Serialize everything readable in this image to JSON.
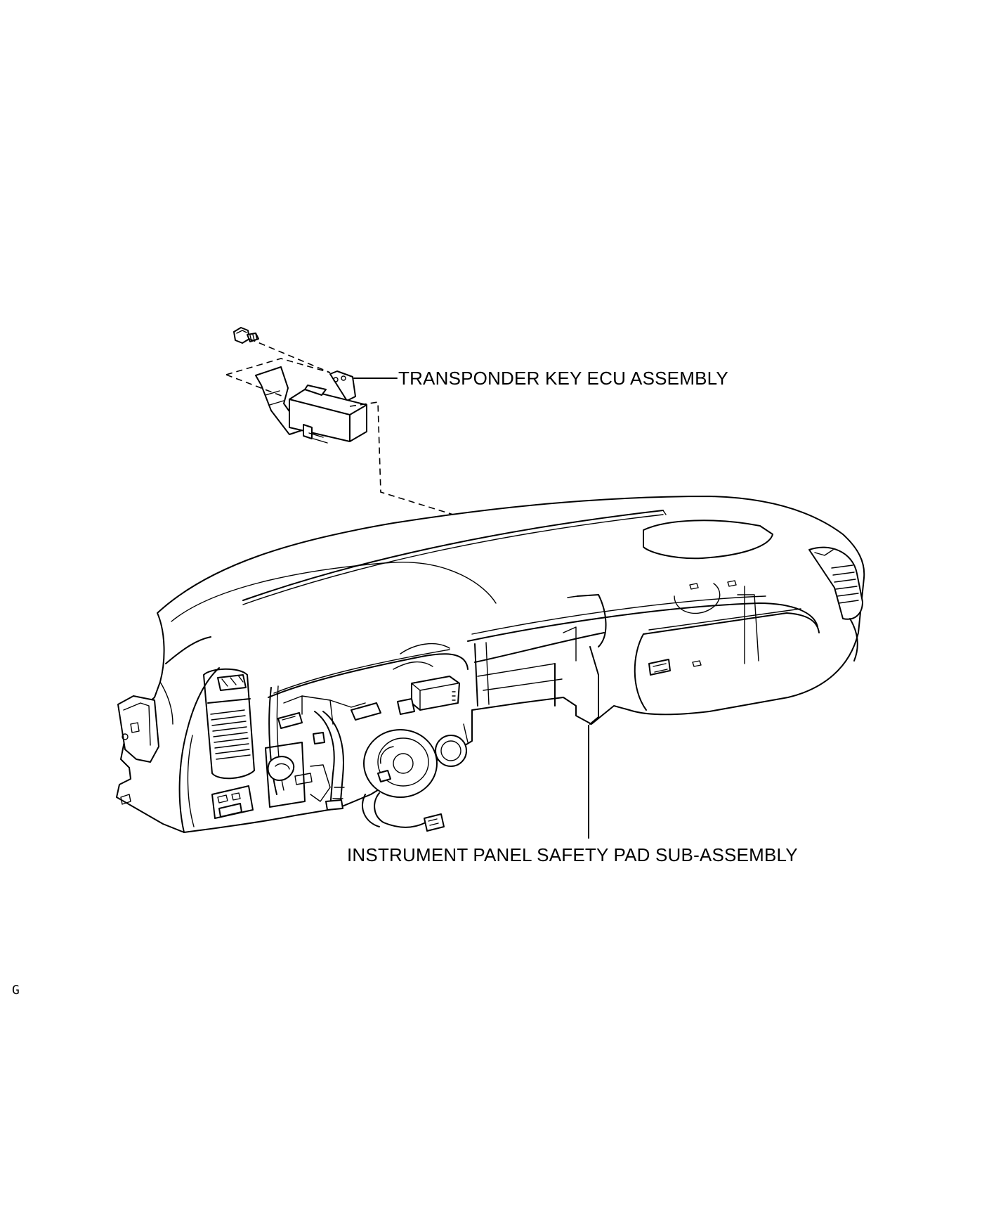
{
  "labels": {
    "ecu": "TRANSPONDER KEY ECU ASSEMBLY",
    "pad": "INSTRUMENT PANEL SAFETY PAD SUB-ASSEMBLY"
  },
  "figure_code": "G",
  "colors": {
    "line": "#000000",
    "background": "#ffffff"
  }
}
